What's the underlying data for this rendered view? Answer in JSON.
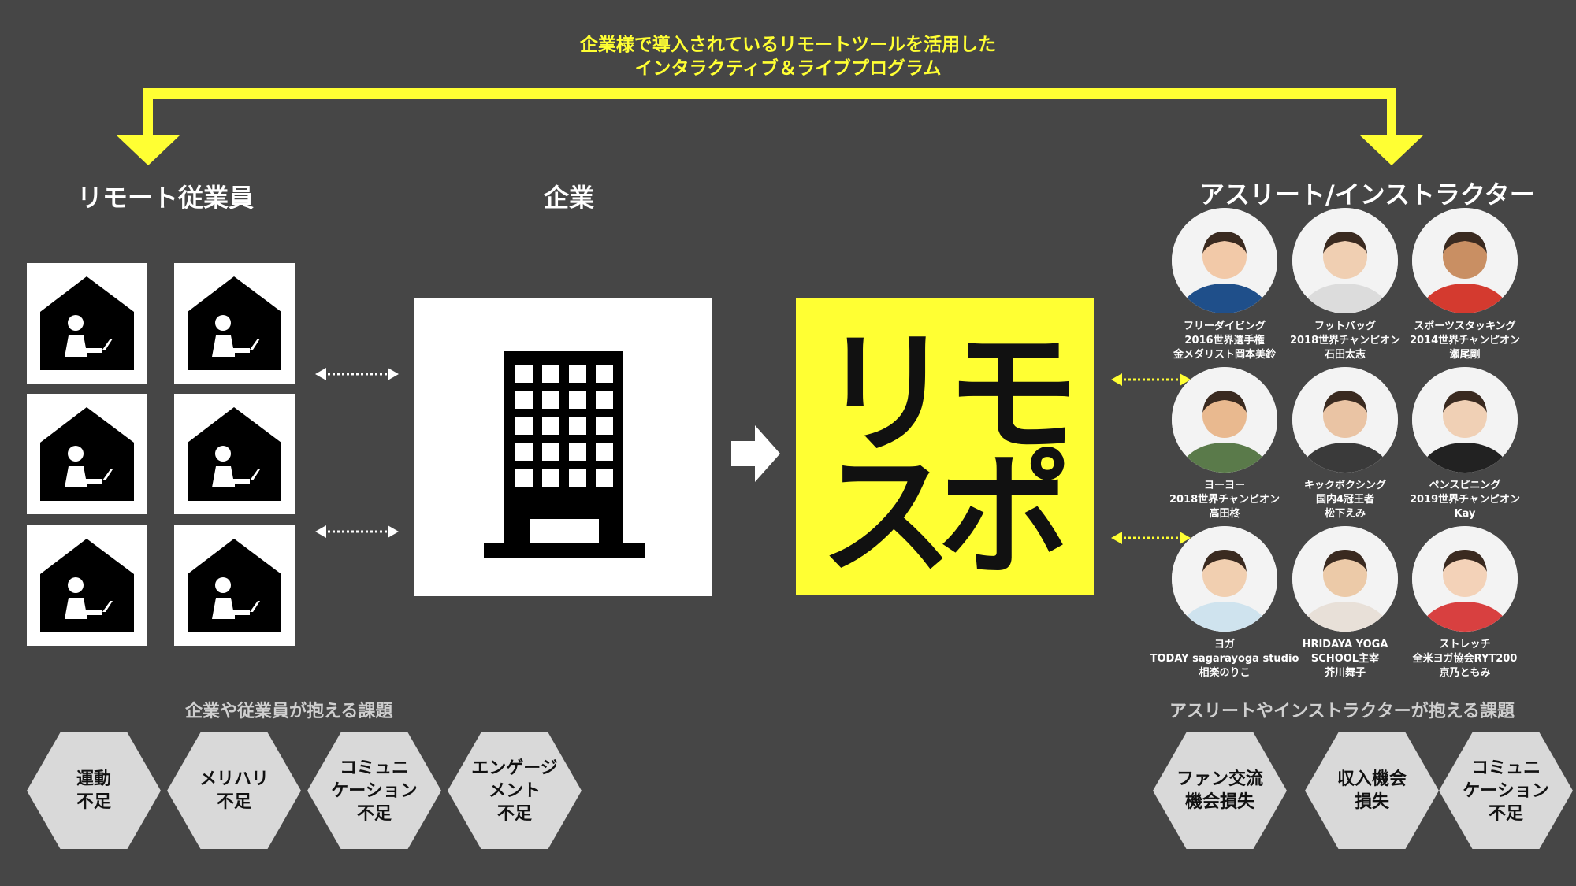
{
  "top_caption": [
    "企業様で導入されているリモートツールを活用した",
    "インタラクティブ＆ライブプログラム"
  ],
  "sections": {
    "remote_employees": "リモート従業員",
    "company": "企業",
    "athletes": "アスリート/インストラクター"
  },
  "brand": {
    "line1_a": "リ",
    "line1_b": "モ",
    "line2_a": "ス",
    "line2_b": "ポ"
  },
  "athletes": [
    {
      "lines": [
        "フリーダイビング",
        "2016世界選手権",
        "金メダリスト岡本美鈴"
      ]
    },
    {
      "lines": [
        "フットバッグ",
        "2018世界チャンピオン",
        "石田太志"
      ]
    },
    {
      "lines": [
        "スポーツスタッキング",
        "2014世界チャンピオン",
        "瀬尾剛"
      ]
    },
    {
      "lines": [
        "ヨーヨー",
        "2018世界チャンピオン",
        "高田柊"
      ]
    },
    {
      "lines": [
        "キックボクシング",
        "国内4冠王者",
        "松下えみ"
      ]
    },
    {
      "lines": [
        "ペンスピニング",
        "2019世界チャンピオン",
        "Kay"
      ]
    },
    {
      "lines": [
        "ヨガ",
        "TODAY sagarayoga studio",
        "相楽のりこ"
      ]
    },
    {
      "lines": [
        "HRIDAYA YOGA",
        "SCHOOL主宰",
        "芥川舞子"
      ]
    },
    {
      "lines": [
        "ストレッチ",
        "全米ヨガ協会RYT200",
        "京乃ともみ"
      ]
    }
  ],
  "company_issues": {
    "title": "企業や従業員が抱える課題",
    "items": [
      "運動\n不足",
      "メリハリ\n不足",
      "コミュニ\nケーション\n不足",
      "エンゲージ\nメント\n不足"
    ]
  },
  "athlete_issues": {
    "title": "アスリートやインストラクターが抱える課題",
    "items": [
      "ファン交流\n機会損失",
      "収入機会\n損失",
      "コミュニ\nケーション\n不足"
    ]
  },
  "colors": {
    "background": "#464646",
    "accent_yellow": "#ffff33",
    "hex_gray": "#d9d9d9"
  }
}
